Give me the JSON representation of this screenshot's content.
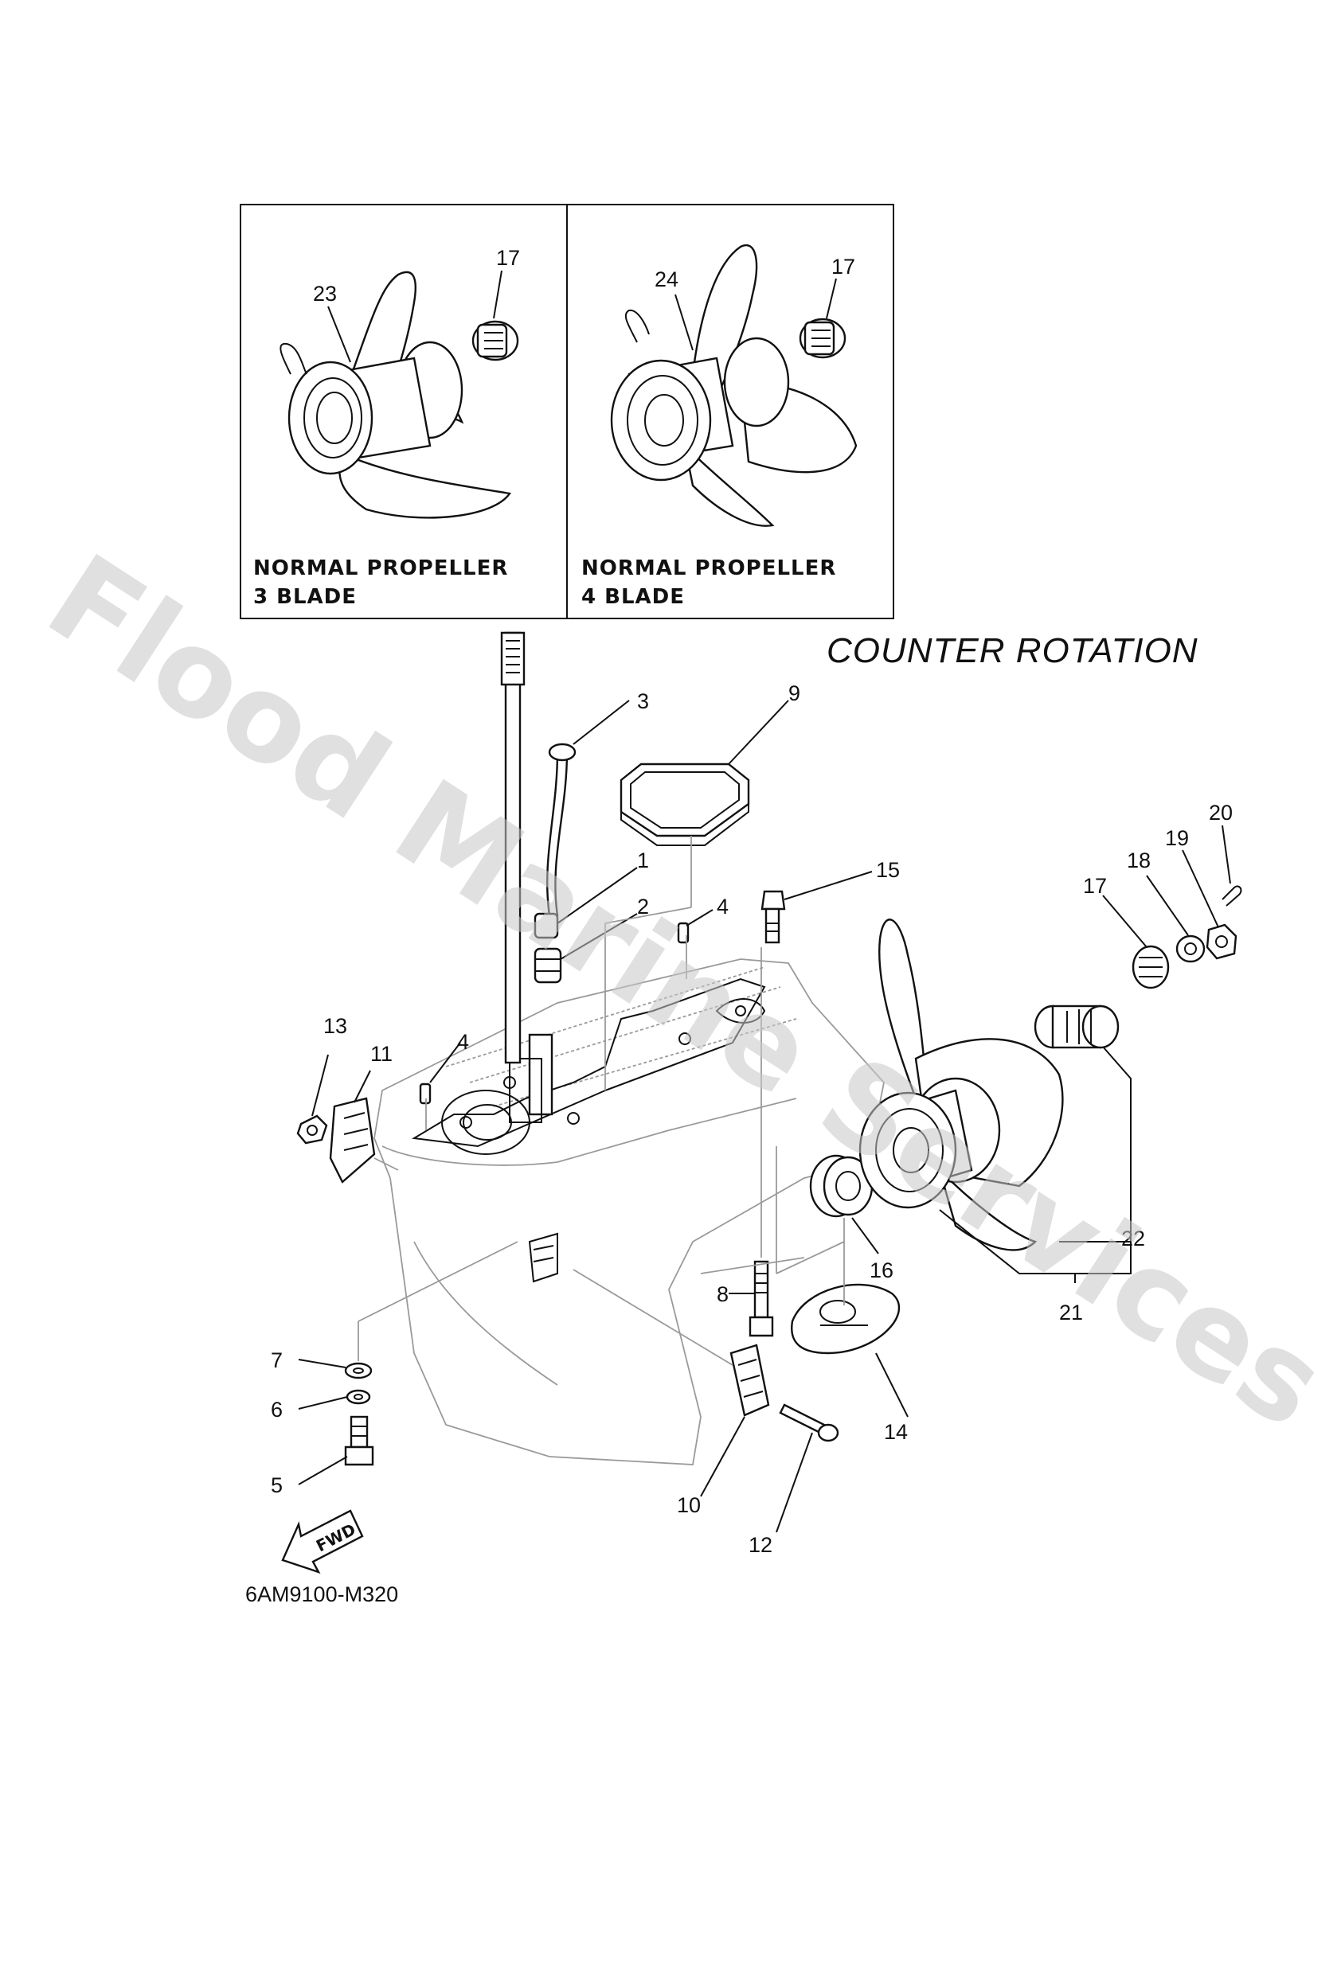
{
  "title": "COUNTER  ROTATION",
  "diagram_code": "6AM9100-M320",
  "watermark": "Flood Marine Services",
  "inset_boxes": [
    {
      "line1": "NORMAL PROPELLER",
      "line2": "3 BLADE",
      "part_labels": [
        "23",
        "17"
      ]
    },
    {
      "line1": "NORMAL PROPELLER",
      "line2": "4 BLADE",
      "part_labels": [
        "24",
        "17"
      ]
    }
  ],
  "fwd_arrow_text": "FWD",
  "callouts": [
    "1",
    "2",
    "3",
    "4",
    "4",
    "5",
    "6",
    "7",
    "8",
    "9",
    "10",
    "11",
    "12",
    "13",
    "14",
    "15",
    "16",
    "17",
    "18",
    "19",
    "20",
    "21",
    "22"
  ]
}
